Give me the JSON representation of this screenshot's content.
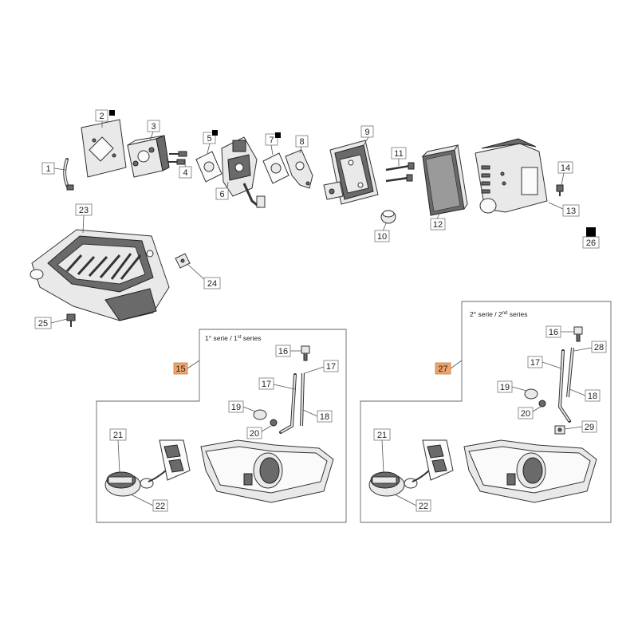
{
  "parts": {
    "p1": "1",
    "p2": "2",
    "p3": "3",
    "p4": "4",
    "p5": "5",
    "p6": "6",
    "p7": "7",
    "p8": "8",
    "p9": "9",
    "p10": "10",
    "p11": "11",
    "p12": "12",
    "p13": "13",
    "p14": "14",
    "p15": "15",
    "p16": "16",
    "p17": "17",
    "p18": "18",
    "p19": "19",
    "p20": "20",
    "p21": "21",
    "p22": "22",
    "p23": "23",
    "p24": "24",
    "p25": "25",
    "p26": "26",
    "p27": "27",
    "p28": "28",
    "p29": "29"
  },
  "series_1": {
    "prefix": "1° serie / 1",
    "sup": "st",
    "suffix": " series"
  },
  "series_2": {
    "prefix": "2° serie  / 2",
    "sup": "nd",
    "suffix": " series"
  },
  "colors": {
    "highlight": "#f0a36c",
    "line": "#333333",
    "marker": "#000000"
  }
}
